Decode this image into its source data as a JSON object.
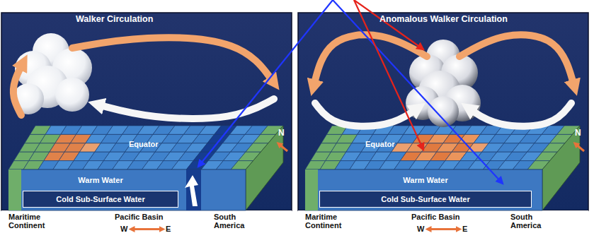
{
  "diagram": {
    "nodes": [
      {
        "text": [
          "Walker Circulation"
        ]
      },
      {
        "text": [
          "Warm Water"
        ],
        "in": 0
      },
      {
        "text": [
          "Cold Sub-Surface Water"
        ],
        "in": 0
      },
      {
        "text": [
          "Anomalous Walker Circulation"
        ]
      },
      {
        "text": [
          "Warm Water"
        ],
        "in": 3
      },
      {
        "text": [
          "Cold Sub-Surface Water"
        ],
        "in": 3
      }
    ],
    "labels": [
      "Equator",
      "N",
      "Maritime Continent",
      "Pacific Basin",
      "W",
      "E",
      "South America",
      "Equator",
      "N",
      "Maritime Continent",
      "Pacific Basin",
      "W",
      "E",
      "South America"
    ]
  }
}
